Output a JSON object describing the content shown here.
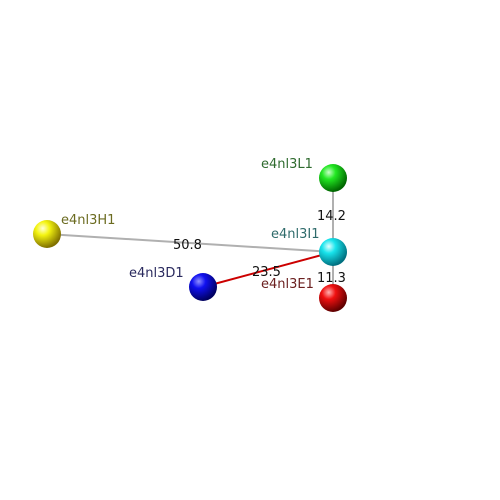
{
  "atoms": [
    {
      "id": "L1",
      "label": "e4nl3L1",
      "color": "#00e000",
      "label_color": "#2f6b2f"
    },
    {
      "id": "I1",
      "label": "e4nl3I1",
      "color": "#00e0e8",
      "label_color": "#2f6b6b"
    },
    {
      "id": "H1",
      "label": "e4nl3H1",
      "color": "#f0f000",
      "label_color": "#6b6b20"
    },
    {
      "id": "D1",
      "label": "e4nl3D1",
      "color": "#0000e8",
      "label_color": "#2a2a5e"
    },
    {
      "id": "E1",
      "label": "e4nl3E1",
      "color": "#e80000",
      "label_color": "#6b2020"
    }
  ],
  "bonds": [
    {
      "from": "L1",
      "to": "I1",
      "distance": "14.2",
      "color": "#b0b0b0"
    },
    {
      "from": "H1",
      "to": "I1",
      "distance": "50.8",
      "color": "#b0b0b0"
    },
    {
      "from": "D1",
      "to": "I1",
      "distance": "23.5",
      "color": "#cc0000"
    },
    {
      "from": "E1",
      "to": "I1",
      "distance": "11.3",
      "color": "#b0b0b0"
    }
  ]
}
